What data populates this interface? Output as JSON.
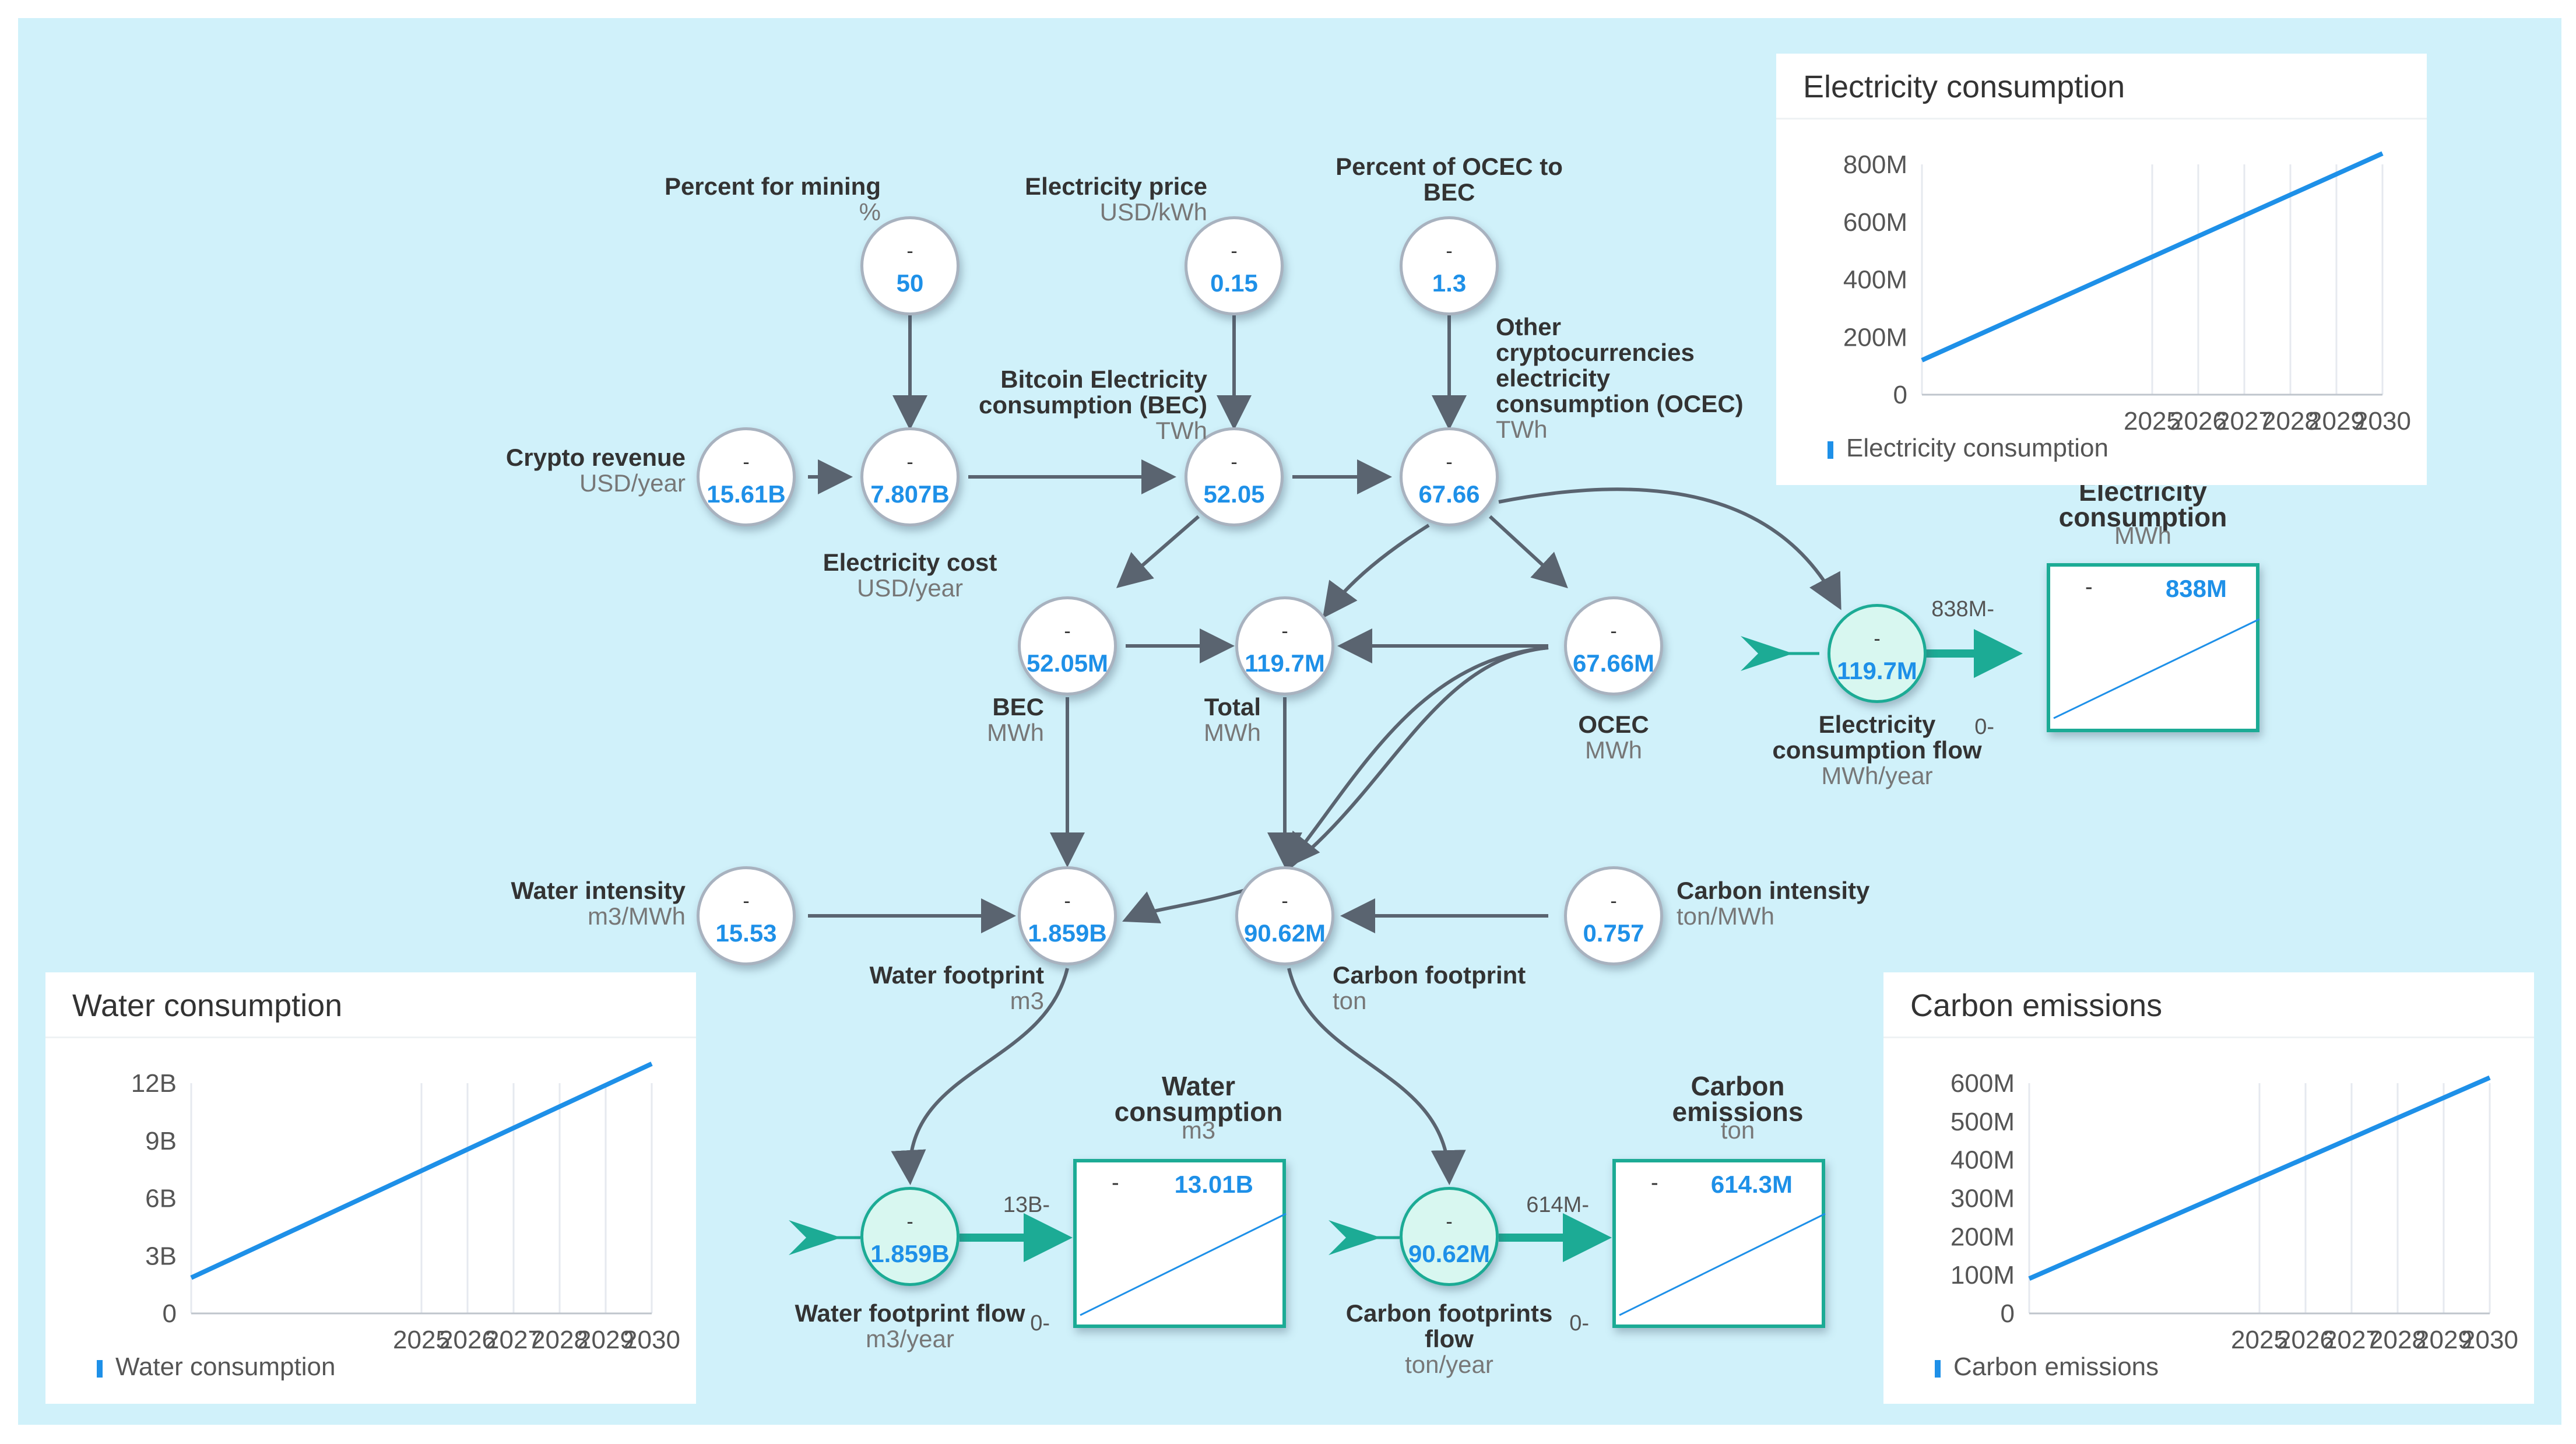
{
  "nodes": {
    "percent_mining": {
      "name": "Percent for mining",
      "unit": "%",
      "dash": "-",
      "value": "50"
    },
    "electricity_price": {
      "name": "Electricity price",
      "unit": "USD/kWh",
      "dash": "-",
      "value": "0.15"
    },
    "percent_ocec": {
      "name_line1": "Percent of OCEC to",
      "name_line2": "BEC",
      "dash": "-",
      "value": "1.3"
    },
    "crypto_revenue": {
      "name": "Crypto revenue",
      "unit": "USD/year",
      "dash": "-",
      "value": "15.61B"
    },
    "electricity_cost": {
      "name": "Electricity cost",
      "unit": "USD/year",
      "dash": "-",
      "value": "7.807B"
    },
    "bec_twh": {
      "name_line1": "Bitcoin Electricity",
      "name_line2": "consumption (BEC)",
      "unit": "TWh",
      "dash": "-",
      "value": "52.05"
    },
    "ocec_twh": {
      "name_line1": "Other",
      "name_line2": "cryptocurrencies",
      "name_line3": "electricity",
      "name_line4": "consumption (OCEC)",
      "unit": "TWh",
      "dash": "-",
      "value": "67.66"
    },
    "bec_mwh": {
      "name": "BEC",
      "unit": "MWh",
      "dash": "-",
      "value": "52.05M"
    },
    "total": {
      "name": "Total",
      "unit": "MWh",
      "dash": "-",
      "value": "119.7M"
    },
    "ocec_mwh": {
      "name": "OCEC",
      "unit": "MWh",
      "dash": "-",
      "value": "67.66M"
    },
    "water_intensity": {
      "name": "Water intensity",
      "unit": "m3/MWh",
      "dash": "-",
      "value": "15.53"
    },
    "water_footprint": {
      "name": "Water footprint",
      "unit": "m3",
      "dash": "-",
      "value": "1.859B"
    },
    "carbon_footprint": {
      "name": "Carbon footprint",
      "unit": "ton",
      "dash": "-",
      "value": "90.62M"
    },
    "carbon_intensity": {
      "name": "Carbon intensity",
      "unit": "ton/MWh",
      "dash": "-",
      "value": "0.757"
    },
    "elec_flow": {
      "name_line1": "Electricity",
      "name_line2": "consumption flow",
      "unit": "MWh/year",
      "dash": "-",
      "value": "119.7M"
    },
    "water_flow": {
      "name": "Water footprint flow",
      "unit": "m3/year",
      "dash": "-",
      "value": "1.859B"
    },
    "carbon_flow": {
      "name_line1": "Carbon footprints",
      "name_line2": "flow",
      "unit": "ton/year",
      "dash": "-",
      "value": "90.62M"
    }
  },
  "stocks": {
    "electricity": {
      "name_line1": "Electricity",
      "name_line2": "consumption",
      "unit": "MWh",
      "dash": "-",
      "value": "838M",
      "ymax_label": "838M-",
      "ymin_label": "0-"
    },
    "water": {
      "name_line1": "Water",
      "name_line2": "consumption",
      "unit": "m3",
      "dash": "-",
      "value": "13.01B",
      "ymax_label": "13B-",
      "ymin_label": "0-"
    },
    "carbon": {
      "name_line1": "Carbon",
      "name_line2": "emissions",
      "unit": "ton",
      "dash": "-",
      "value": "614.3M",
      "ymax_label": "614M-",
      "ymin_label": "0-"
    }
  },
  "chart_data": [
    {
      "type": "line",
      "title": "Electricity consumption",
      "x": [
        2020,
        2030
      ],
      "y_ticks": [
        "0",
        "200M",
        "400M",
        "600M",
        "800M"
      ],
      "x_ticks": [
        "2025",
        "2026",
        "2027",
        "2028",
        "2029",
        "2030"
      ],
      "xlim": [
        2020,
        2030
      ],
      "ylim": [
        0,
        800000000
      ],
      "series": [
        {
          "name": "Electricity consumption",
          "x": [
            2020,
            2030
          ],
          "values": [
            119700000,
            838000000
          ]
        }
      ],
      "legend": "bottom-left",
      "grid": "vertical"
    },
    {
      "type": "line",
      "title": "Water consumption",
      "x": [
        2020,
        2030
      ],
      "y_ticks": [
        "0",
        "3B",
        "6B",
        "9B",
        "12B"
      ],
      "x_ticks": [
        "2025",
        "2026",
        "2027",
        "2028",
        "2029",
        "2030"
      ],
      "xlim": [
        2020,
        2030
      ],
      "ylim": [
        0,
        12000000000
      ],
      "series": [
        {
          "name": "Water consumption",
          "x": [
            2020,
            2030
          ],
          "values": [
            1859000000,
            13010000000
          ]
        }
      ],
      "legend": "bottom-left",
      "grid": "vertical"
    },
    {
      "type": "line",
      "title": "Carbon emissions",
      "x": [
        2020,
        2030
      ],
      "y_ticks": [
        "0",
        "100M",
        "200M",
        "300M",
        "400M",
        "500M",
        "600M"
      ],
      "x_ticks": [
        "2025",
        "2026",
        "2027",
        "2028",
        "2029",
        "2030"
      ],
      "xlim": [
        2020,
        2030
      ],
      "ylim": [
        0,
        600000000
      ],
      "series": [
        {
          "name": "Carbon emissions",
          "x": [
            2020,
            2030
          ],
          "values": [
            90620000,
            614300000
          ]
        }
      ],
      "legend": "bottom-left",
      "grid": "vertical"
    }
  ],
  "colors": {
    "background": "#d0f1fa",
    "value": "#1e90e8",
    "flow": "#1cab95",
    "link": "#5a6470"
  }
}
